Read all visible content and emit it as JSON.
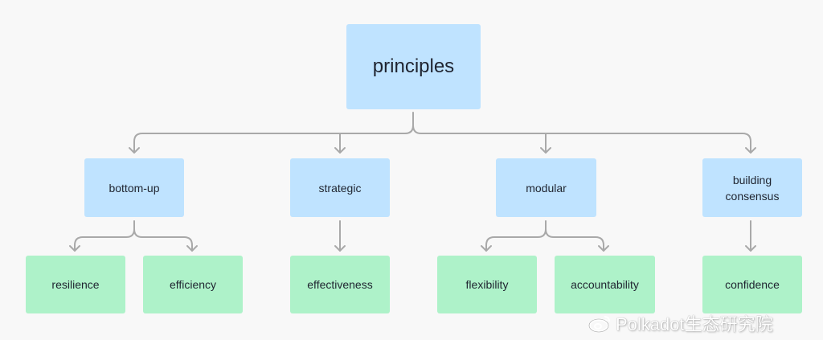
{
  "root": {
    "label": "principles"
  },
  "principles": [
    {
      "label": "bottom-up"
    },
    {
      "label": "strategic"
    },
    {
      "label": "modular"
    },
    {
      "label": "building consensus"
    }
  ],
  "outcomes": [
    {
      "label": "resilience"
    },
    {
      "label": "efficiency"
    },
    {
      "label": "effectiveness"
    },
    {
      "label": "flexibility"
    },
    {
      "label": "accountability"
    },
    {
      "label": "confidence"
    }
  ],
  "watermark": {
    "text": "Polkadot生态研究院",
    "icon": "weibo-logo-icon"
  },
  "colors": {
    "principle_fill": "#bfe3ff",
    "outcome_fill": "#aef2c9",
    "connector": "#a9a9a9",
    "background": "#f8f8f8"
  }
}
